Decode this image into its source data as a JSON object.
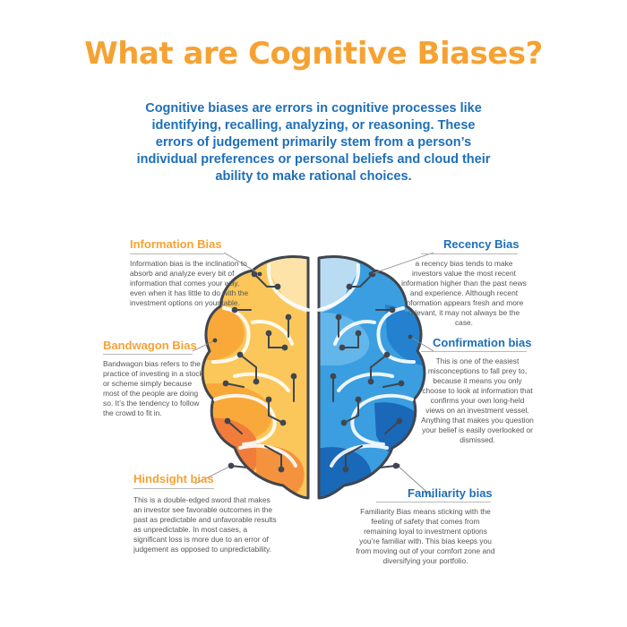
{
  "title": "What are Cognitive Biases?",
  "intro": "Cognitive biases are errors in cognitive processes like identifying, recalling, analyzing, or reasoning. These errors of judgement primarily stem from a person’s individual preferences or personal beliefs and cloud their ability to make rational choices.",
  "biases": {
    "information": {
      "title": "Information Bias",
      "text": "Information bias is the inclination to absorb and analyze every bit of information that comes your way, even when it has little to do with the investment options on your table."
    },
    "bandwagon": {
      "title": "Bandwagon Bias",
      "text": "Bandwagon bias refers to the practice of investing in a stock or scheme simply because most of the people are doing so. It’s the tendency to follow the crowd to fit in."
    },
    "hindsight": {
      "title": "Hindsight bias",
      "text": "This is a double-edged sword that makes an investor see favorable outcomes in the past as predictable and unfavorable results as unpredictable. In most cases, a significant loss is more due to an error of judgement as opposed to unpredictability."
    },
    "recency": {
      "title": "Recency Bias",
      "text": "a recency bias tends to make investors value the most recent information higher than the past news and experience. Although recent information appears fresh and more relevant, it may not always be the case."
    },
    "confirmation": {
      "title": "Confirmation bias",
      "text": "This is one of the easiest misconceptions to fall prey to, because it means you only choose to look at information that confirms your own long-held views on an investment vessel. Anything that makes you question your belief is easily overlooked or dismissed."
    },
    "familiarity": {
      "title": "Familiarity bias",
      "text": "Familiarity Bias means sticking with the feeling of safety that comes from remaining loyal to investment options you’re familiar with. This bias keeps you from moving out of your comfort zone and diversifying your portfolio."
    }
  },
  "colors": {
    "title_orange": "#f6a233",
    "heading_blue": "#1e6fb8",
    "left_lobes": [
      "#fde3a7",
      "#fbc75a",
      "#f9a93a",
      "#f5923e",
      "#f27c3a"
    ],
    "right_lobes": [
      "#b9dcf2",
      "#62b6ea",
      "#3a9ee0",
      "#2381cf",
      "#1a68b8"
    ],
    "outline": "#3f4650"
  }
}
